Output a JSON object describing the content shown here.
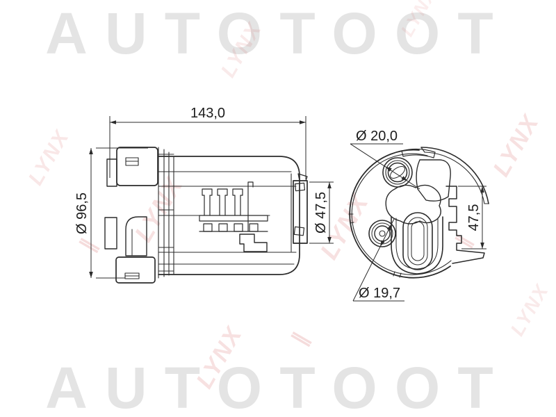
{
  "page": {
    "background": "#ffffff"
  },
  "watermarks": {
    "top_text": "AUTOTOOT",
    "bottom_text": "AUTOTOOT",
    "brand_text": "LYNX",
    "slash_glyph": "∥",
    "gray_color": "#e4e4e4",
    "red_color": "#cd5050"
  },
  "drawing": {
    "line_color": "#2b2b2b",
    "text_color": "#1c1c1c"
  },
  "dims": {
    "length": "143,0",
    "body_diameter": "Ø 96,5",
    "side_flange_diameter": "Ø 47,5",
    "port_top_diameter": "Ø 20,0",
    "port_bottom_diameter": "Ø 19,7",
    "end_flange_height": "47,5"
  }
}
